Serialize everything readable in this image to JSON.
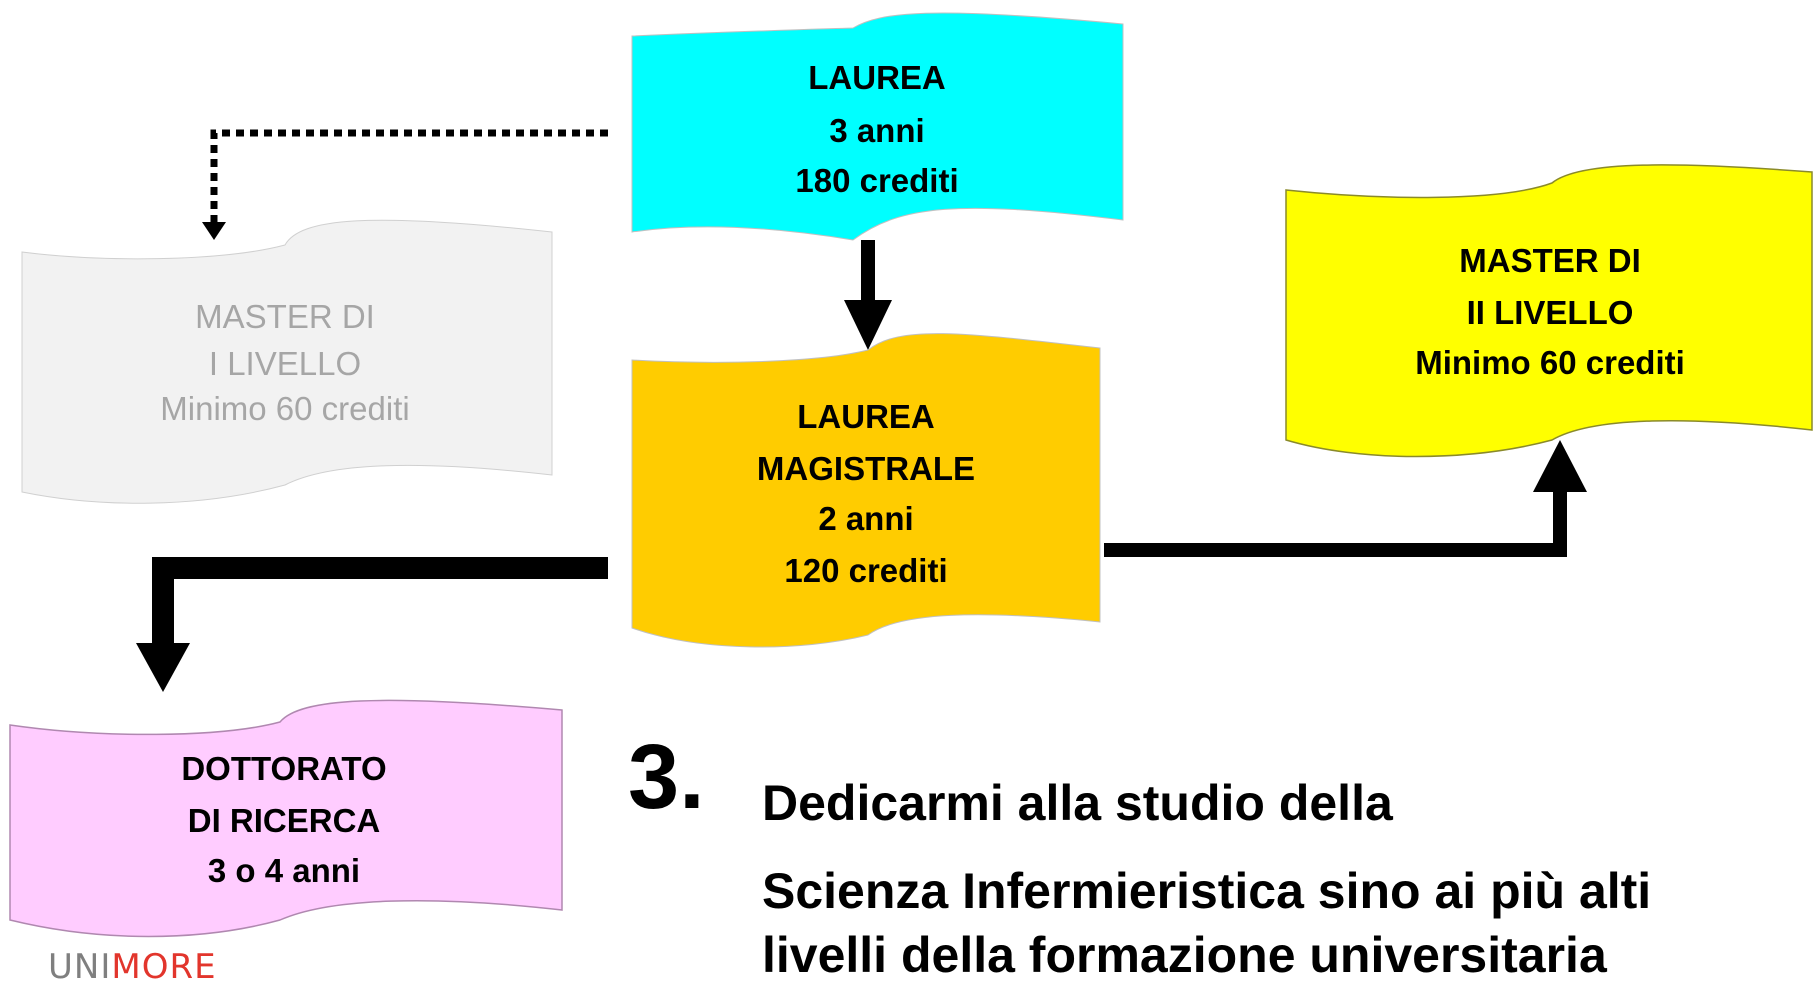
{
  "colors": {
    "laurea": "#00ffff",
    "magistrale": "#ffcc00",
    "master_i": "#f2f2f2",
    "master_ii": "#ffff00",
    "dottorato": "#ffccff",
    "faded_text": "#a6a6a6",
    "logo_gray": "#7f7f7f",
    "logo_red": "#e2352c"
  },
  "nodes": {
    "laurea": {
      "lines": [
        "LAUREA",
        "3 anni",
        "180 crediti"
      ]
    },
    "magistrale": {
      "lines": [
        "LAUREA",
        "MAGISTRALE",
        "2 anni",
        "120 crediti"
      ]
    },
    "master_i": {
      "lines": [
        "MASTER DI",
        "I LIVELLO",
        "Minimo 60 crediti"
      ]
    },
    "master_ii": {
      "lines": [
        "MASTER DI",
        "II LIVELLO",
        "Minimo 60 crediti"
      ]
    },
    "dottorato": {
      "lines": [
        "DOTTORATO",
        "DI RICERCA",
        "3 o 4 anni"
      ]
    }
  },
  "caption": {
    "number": "3.",
    "lines": [
      "Dedicarmi alla studio della",
      "Scienza Infermieristica sino ai più alti",
      "livelli della formazione universitaria"
    ]
  },
  "logo": {
    "part1": "UNI",
    "part2": "MORE"
  }
}
